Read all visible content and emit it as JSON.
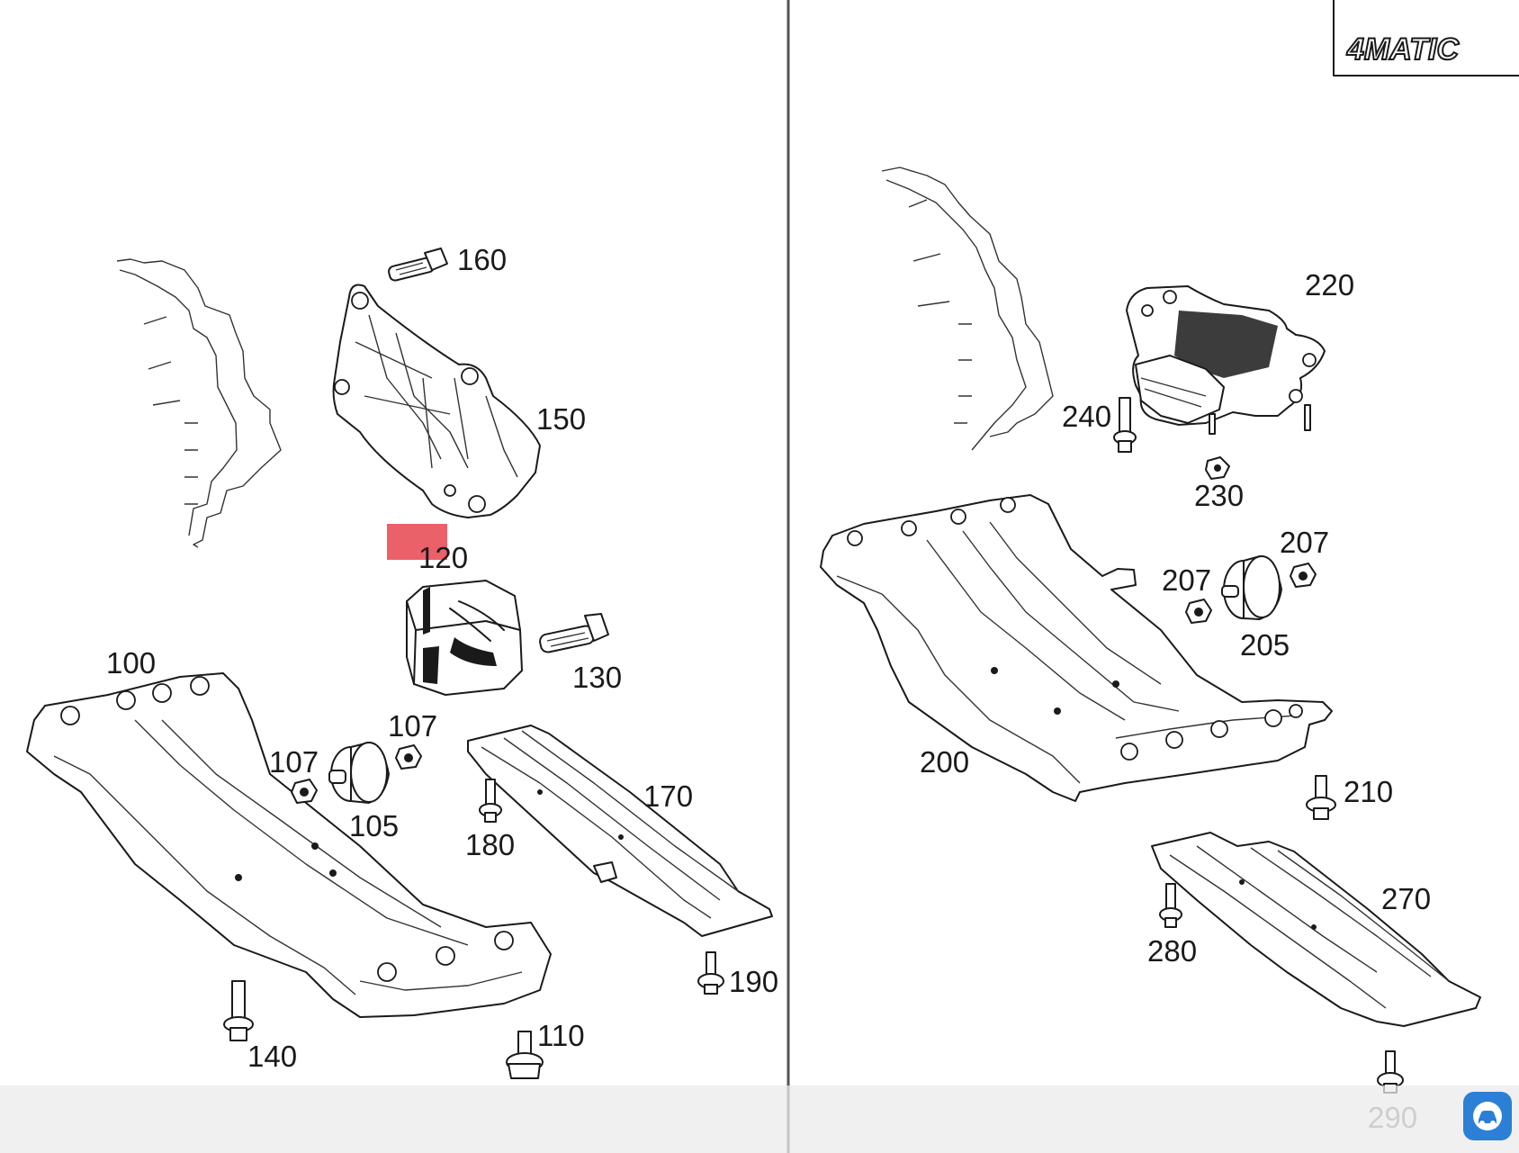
{
  "brand_mark": "4MATIC",
  "labels_left": [
    "160",
    "150",
    "120",
    "130",
    "100",
    "107",
    "107",
    "105",
    "180",
    "170",
    "190",
    "140",
    "110"
  ],
  "labels_right": [
    "220",
    "240",
    "230",
    "207",
    "207",
    "205",
    "200",
    "210",
    "270",
    "280",
    "290"
  ],
  "highlight_color": "#e8505a",
  "badge_icon": "car-app-icon"
}
